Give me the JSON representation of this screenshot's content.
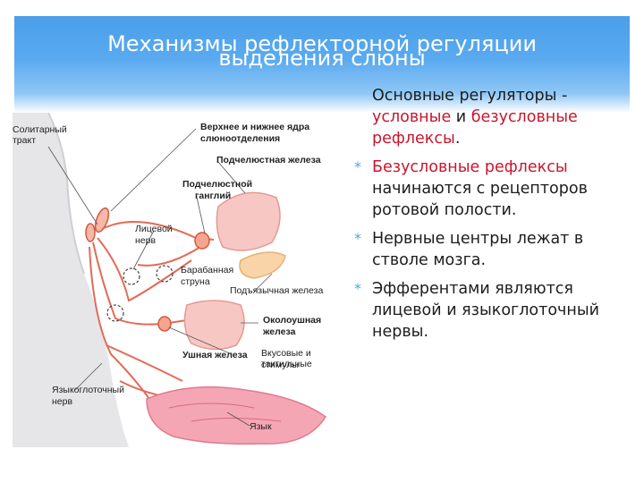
{
  "slide": {
    "title_line1": "Механизмы рефлекторной регуляции",
    "title_line2": "выделения слюны"
  },
  "figure": {
    "labels": {
      "solitary": "Солитарный тракт",
      "nuclei_1": "Верхнее и нижнее ядра",
      "nuclei_2": "слюноотделения",
      "submandibular_gland": "Подчелюстная железа",
      "ganglion_1": "Подчелюстной",
      "ganglion_2": "ганглий",
      "facial_1": "Лицевой",
      "facial_2": "нерв",
      "chorda_1": "Барабанная",
      "chorda_2": "струна",
      "sublingual_gland": "Подъязычная железа",
      "parotid_1": "Околоушная",
      "parotid_2": "железа",
      "ear_gland": "Ушная железа",
      "stimuli_1": "Вкусовые и тактильные",
      "stimuli_2": "стимулы",
      "glosso_1": "Языкоглоточный",
      "glosso_2": "нерв",
      "tongue": "Язык"
    }
  },
  "bullets": {
    "p1_a": "Основные регуляторы - ",
    "p1_b": "условные",
    "p1_c": " и ",
    "p1_d": "безусловные рефлексы",
    "p1_e": ".",
    "p2_a": "Безусловные рефлексы",
    "p2_b": " начинаются с рецепторов ротовой полости.",
    "p3": "Нервные центры лежат в стволе мозга.",
    "p4": "Эфферентами являются лицевой и языкоглоточный нервы."
  },
  "colors": {
    "accent": "#4a9fe8",
    "highlight": "#c8162e",
    "bullet": "#4fa9d6"
  }
}
